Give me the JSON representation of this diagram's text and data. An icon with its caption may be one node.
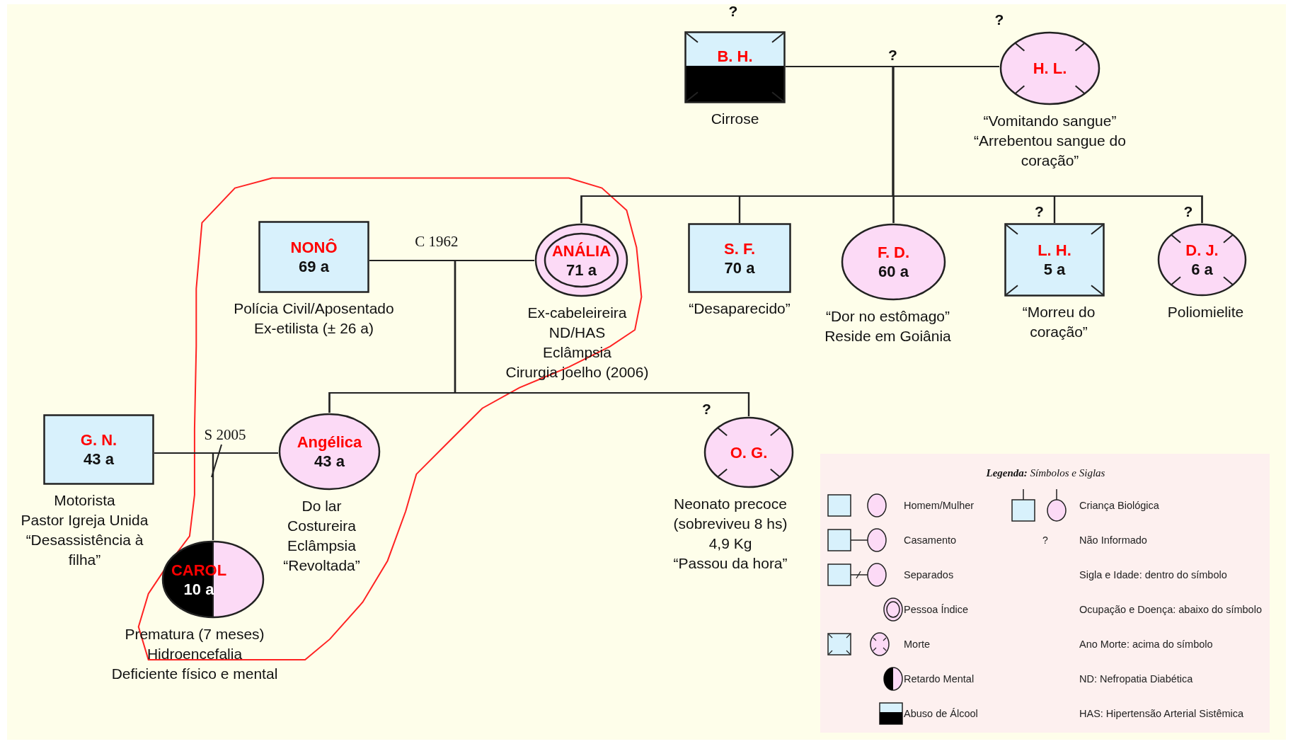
{
  "diagram": {
    "nodes": [
      {
        "text": [
          "B. H."
        ],
        "beside": [
          "?",
          "Cirrose"
        ]
      },
      {
        "text": [
          "H. L."
        ],
        "beside": [
          "?",
          "“Vomitando sangue”",
          "“Arrebentou sangue do coração”"
        ]
      },
      {
        "text": [
          "NONÔ",
          "69 a"
        ],
        "beside": [
          "Polícia Civil/Aposentado",
          "Ex-etilista (± 26 a)"
        ]
      },
      {
        "text": [
          "ANÁLIA",
          "71 a"
        ],
        "beside": [
          "Ex-cabeleireira",
          "ND/HAS",
          "Eclâmpsia",
          "Cirurgia joelho (2006)"
        ]
      },
      {
        "text": [
          "S. F.",
          "70 a"
        ],
        "beside": [
          "“Desaparecido”"
        ]
      },
      {
        "text": [
          "F. D.",
          "60 a"
        ],
        "beside": [
          "“Dor no estômago”",
          "Reside em Goiânia"
        ]
      },
      {
        "text": [
          "L. H.",
          "5 a"
        ],
        "beside": [
          "?",
          "“Morreu do coração”"
        ]
      },
      {
        "text": [
          "D. J.",
          "6 a"
        ],
        "beside": [
          "?",
          "Poliomielite"
        ]
      },
      {
        "text": [
          "G. N.",
          "43 a"
        ],
        "beside": [
          "Motorista",
          "Pastor Igreja Unida",
          "“Desassistência à filha”"
        ]
      },
      {
        "text": [
          "Angélica",
          "43 a"
        ],
        "beside": [
          "Do lar",
          "Costureira",
          "Eclâmpsia",
          "“Revoltada”"
        ]
      },
      {
        "text": [
          "O. G."
        ],
        "beside": [
          "?",
          "Neonato precoce",
          "(sobreviveu 8 hs)",
          "4,9 Kg",
          "“Passou da hora”"
        ]
      },
      {
        "text": [
          "CAROL",
          "10 a"
        ],
        "beside": [
          "Prematura (7 meses)",
          "Hidroencefalia",
          "Deficiente físico e mental"
        ]
      }
    ],
    "edges": [
      {
        "from": 0,
        "to": 1,
        "arrow": "none"
      },
      {
        "from": 0,
        "to": 3,
        "arrow": "none"
      },
      {
        "from": 0,
        "to": 4,
        "arrow": "none"
      },
      {
        "from": 0,
        "to": 5,
        "arrow": "none"
      },
      {
        "from": 0,
        "to": 6,
        "arrow": "none"
      },
      {
        "from": 0,
        "to": 7,
        "arrow": "none"
      },
      {
        "from": 1,
        "to": 3,
        "arrow": "none"
      },
      {
        "from": 1,
        "to": 4,
        "arrow": "none"
      },
      {
        "from": 1,
        "to": 5,
        "arrow": "none"
      },
      {
        "from": 1,
        "to": 6,
        "arrow": "none"
      },
      {
        "from": 1,
        "to": 7,
        "arrow": "none"
      },
      {
        "from": 2,
        "to": 3,
        "arrow": "none",
        "label": "C 1962"
      },
      {
        "from": 2,
        "to": 9,
        "arrow": "none"
      },
      {
        "from": 2,
        "to": 10,
        "arrow": "none"
      },
      {
        "from": 3,
        "to": 9,
        "arrow": "none"
      },
      {
        "from": 3,
        "to": 10,
        "arrow": "none"
      },
      {
        "from": 8,
        "to": 9,
        "arrow": "none",
        "label": "S 2005"
      },
      {
        "from": 8,
        "to": 11,
        "arrow": "none"
      },
      {
        "from": 9,
        "to": 11,
        "arrow": "none"
      }
    ],
    "labels": [
      "?",
      "**Legenda:** Símbolos e Siglas",
      "?"
    ],
    "legend": [
      {
        "text": "Homem/Mulher"
      },
      {
        "text": "Criança Biológica"
      },
      {
        "text": "Casamento"
      },
      {
        "text": "Não Informado"
      },
      {
        "text": "Separados"
      },
      {
        "text": "Sigla e Idade: dentro do símbolo"
      },
      {
        "text": "Pessoa Índice"
      },
      {
        "text": "Ocupação e Doença: abaixo do símbolo"
      },
      {
        "text": "Morte"
      },
      {
        "text": "Ano Morte: acima do símbolo"
      },
      {
        "text": "Retardo Mental"
      },
      {
        "text": "ND: Nefropatia Diabética"
      },
      {
        "text": "Abuso de Álcool"
      },
      {
        "text": "HAS: Hipertensão Arterial Sistêmica"
      }
    ]
  }
}
